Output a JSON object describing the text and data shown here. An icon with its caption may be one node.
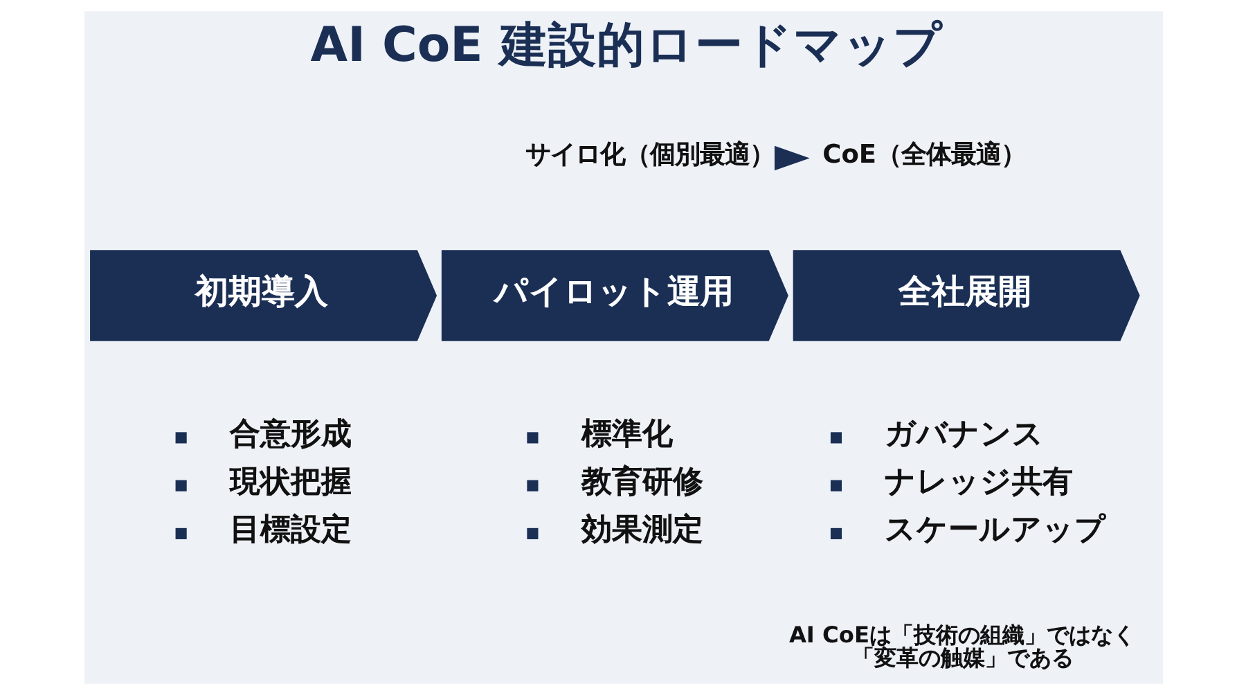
{
  "diagram": {
    "title": "AI CoE 建設的ロードマップ",
    "nodes": [
      {
        "text": [
          "サイロ化（個別最適）"
        ]
      },
      {
        "text": [
          "CoE（全体最適）"
        ]
      },
      {
        "text": [
          "初期導入"
        ],
        "beside": [
          "合意形成",
          "現状把握",
          "目標設定"
        ]
      },
      {
        "text": [
          "パイロット運用"
        ],
        "beside": [
          "標準化",
          "教育研修",
          "効果測定"
        ]
      },
      {
        "text": [
          "全社展開"
        ],
        "beside": [
          "ガバナンス",
          "ナレッジ共有",
          "スケールアップ"
        ]
      }
    ],
    "edges": [
      {
        "from": 0,
        "to": 1,
        "arrow": "to"
      }
    ],
    "labels": [
      "AI CoEは「技術の組織」ではなく「変革の触媒」である"
    ]
  }
}
